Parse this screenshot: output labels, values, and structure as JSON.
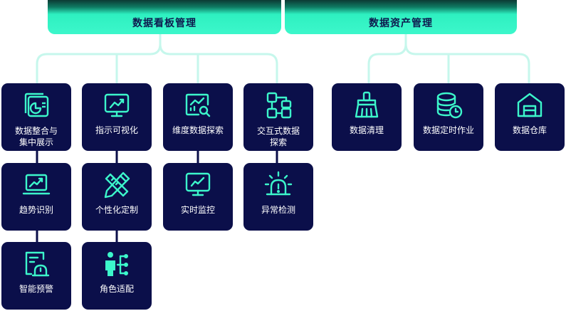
{
  "groups": [
    {
      "title": "数据看板管理"
    },
    {
      "title": "数据资产管理"
    }
  ],
  "cards": {
    "c1": [
      "数据整合与",
      "集中展示"
    ],
    "c2": [
      "指示可视化"
    ],
    "c3": [
      "维度数据探索"
    ],
    "c4": [
      "交互式数据",
      "探索"
    ],
    "c5": [
      "数据清理"
    ],
    "c6": [
      "数据定时作业"
    ],
    "c7": [
      "数据仓库"
    ],
    "c8": [
      "趋势识别"
    ],
    "c9": [
      "个性化定制"
    ],
    "c10": [
      "实时监控"
    ],
    "c11": [
      "异常检测"
    ],
    "c12": [
      "智能预警"
    ],
    "c13": [
      "角色适配"
    ]
  },
  "colors": {
    "card_bg": "#0b0f4a",
    "accent": "#3cf7cb",
    "connector": "#c6f7ec",
    "title_text": "#0e1a4e"
  }
}
